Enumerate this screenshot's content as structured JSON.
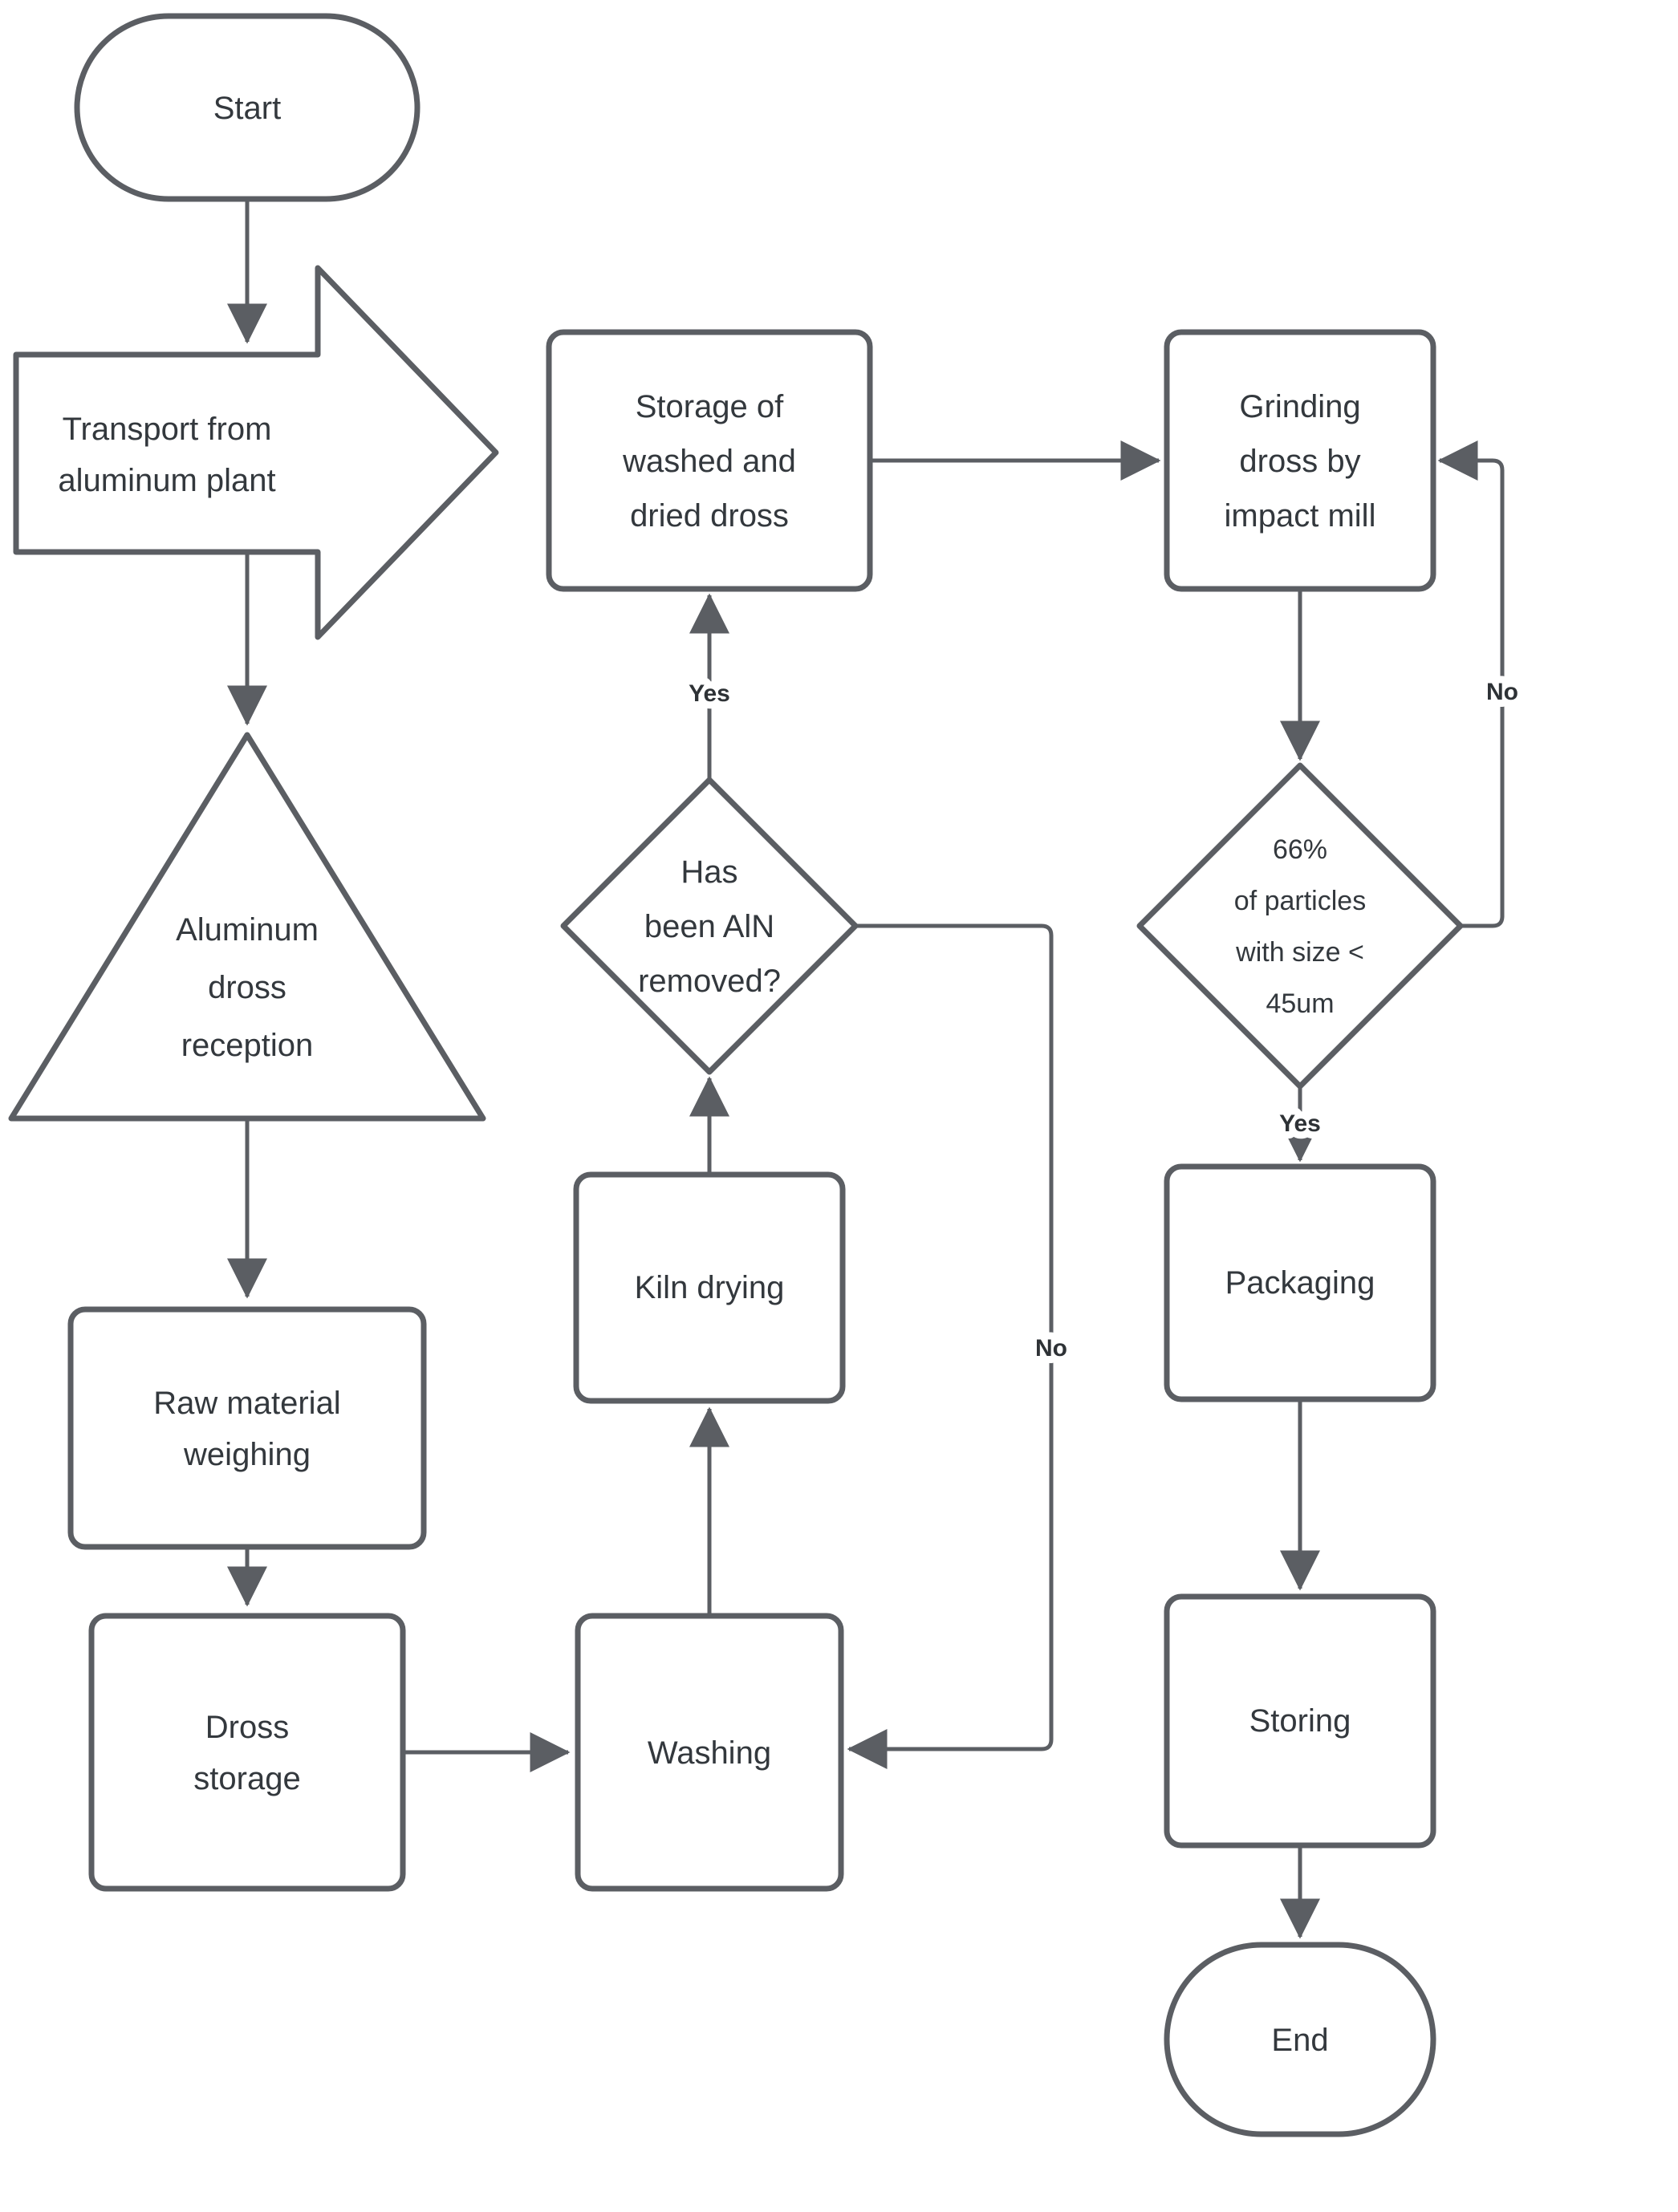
{
  "diagram": {
    "type": "flowchart",
    "background": "#ffffff",
    "colors": {
      "shape_stroke": "#5b5e63",
      "shape_fill": "#ffffff",
      "connector": "#5b5e63",
      "node_text": "#33383d",
      "edge_label_text": "#2e3236"
    },
    "nodes": {
      "start": {
        "shape": "terminator",
        "label": "Start"
      },
      "transport": {
        "shape": "block-arrow-right",
        "lines": [
          "Transport from",
          "aluminum plant"
        ]
      },
      "reception": {
        "shape": "triangle",
        "lines": [
          "Aluminum",
          "dross",
          "reception"
        ]
      },
      "weighing": {
        "shape": "process",
        "lines": [
          "Raw material",
          "weighing"
        ]
      },
      "dross_storage": {
        "shape": "process",
        "lines": [
          "Dross",
          "storage"
        ]
      },
      "washing": {
        "shape": "process",
        "lines": [
          "Washing"
        ]
      },
      "kiln_drying": {
        "shape": "process",
        "lines": [
          "Kiln drying"
        ]
      },
      "aln_removed": {
        "shape": "decision",
        "lines": [
          "Has",
          "been AlN",
          "removed?"
        ]
      },
      "storage_washed_dried": {
        "shape": "process",
        "lines": [
          "Storage of",
          "washed and",
          "dried dross"
        ]
      },
      "grinding": {
        "shape": "process",
        "lines": [
          "Grinding",
          "dross by",
          "impact mill"
        ]
      },
      "particle_size": {
        "shape": "decision",
        "lines": [
          "66%",
          "of particles",
          "with size <",
          "45um"
        ]
      },
      "packaging": {
        "shape": "process",
        "lines": [
          "Packaging"
        ]
      },
      "storing": {
        "shape": "process",
        "lines": [
          "Storing"
        ]
      },
      "end": {
        "shape": "terminator",
        "label": "End"
      }
    },
    "edges": [
      {
        "from": "start",
        "to": "transport"
      },
      {
        "from": "transport",
        "to": "reception"
      },
      {
        "from": "reception",
        "to": "weighing"
      },
      {
        "from": "weighing",
        "to": "dross_storage"
      },
      {
        "from": "dross_storage",
        "to": "washing"
      },
      {
        "from": "washing",
        "to": "kiln_drying"
      },
      {
        "from": "kiln_drying",
        "to": "aln_removed"
      },
      {
        "from": "aln_removed",
        "to": "storage_washed_dried",
        "label": "Yes"
      },
      {
        "from": "aln_removed",
        "to": "washing",
        "label": "No"
      },
      {
        "from": "storage_washed_dried",
        "to": "grinding"
      },
      {
        "from": "grinding",
        "to": "particle_size"
      },
      {
        "from": "particle_size",
        "to": "packaging",
        "label": "Yes"
      },
      {
        "from": "particle_size",
        "to": "grinding",
        "label": "No"
      },
      {
        "from": "packaging",
        "to": "storing"
      },
      {
        "from": "storing",
        "to": "end"
      }
    ]
  }
}
